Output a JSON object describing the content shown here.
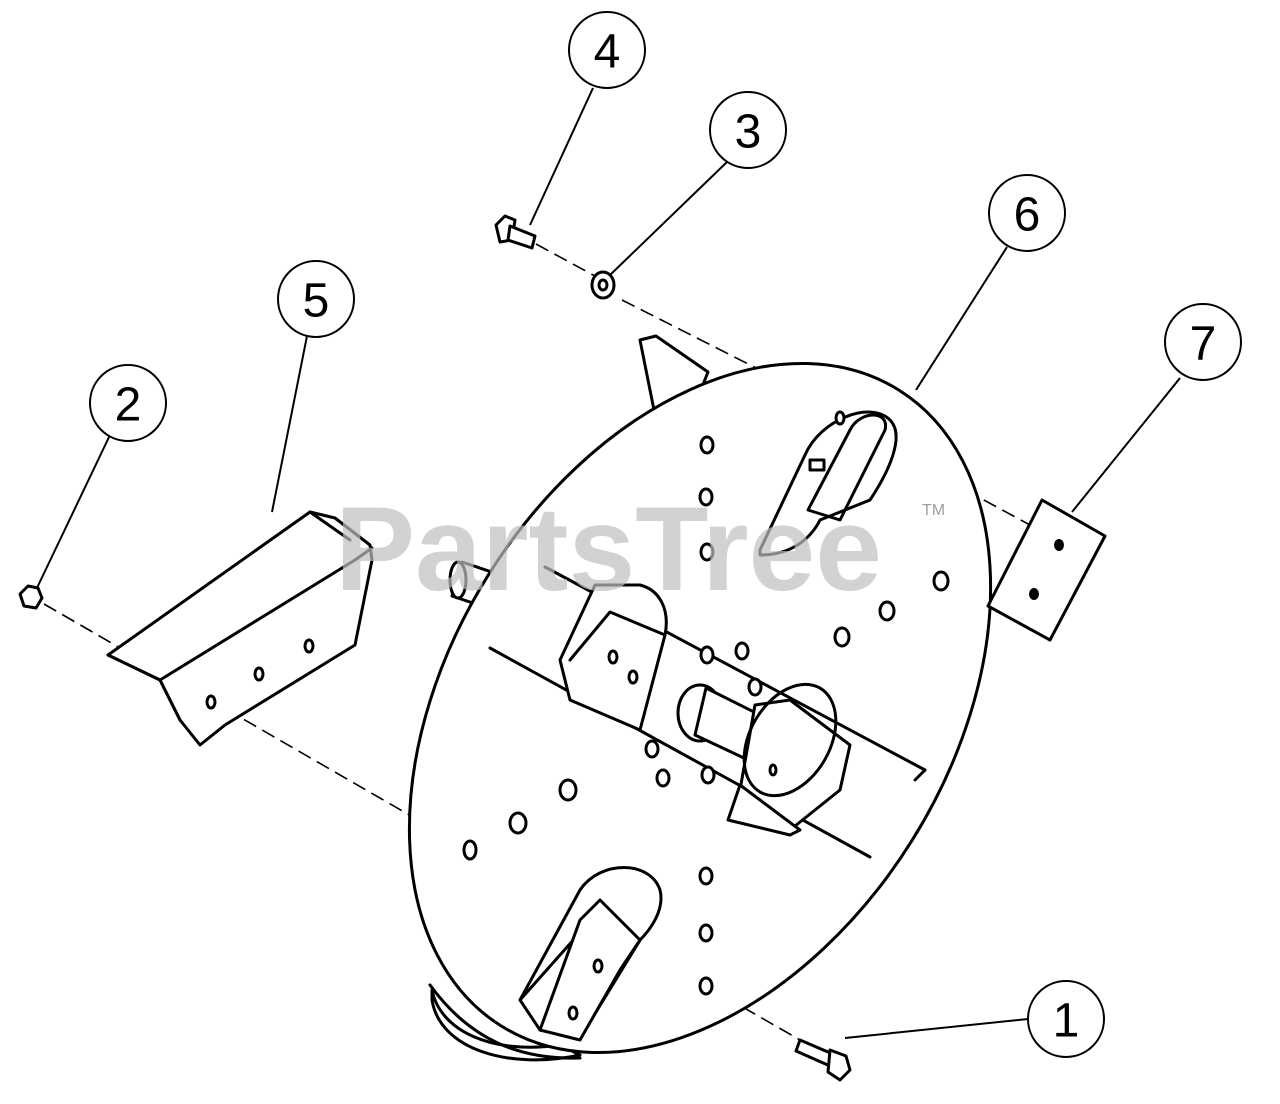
{
  "watermark": {
    "text": "PartsTree",
    "trademark": "TM"
  },
  "callouts": [
    {
      "id": "callout-1",
      "number": "1"
    },
    {
      "id": "callout-2",
      "number": "2"
    },
    {
      "id": "callout-3",
      "number": "3"
    },
    {
      "id": "callout-4",
      "number": "4"
    },
    {
      "id": "callout-5",
      "number": "5"
    },
    {
      "id": "callout-6",
      "number": "6"
    },
    {
      "id": "callout-7",
      "number": "7"
    }
  ]
}
